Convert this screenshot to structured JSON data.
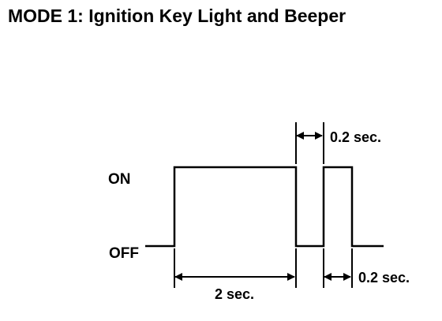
{
  "header": {
    "title": "MODE 1: Ignition Key Light and Beeper"
  },
  "diagram": {
    "states": {
      "on_label": "ON",
      "off_label": "OFF"
    },
    "durations": {
      "long_on": "2 sec.",
      "short_off": "0.2 sec.",
      "short_on": "0.2 sec."
    }
  }
}
